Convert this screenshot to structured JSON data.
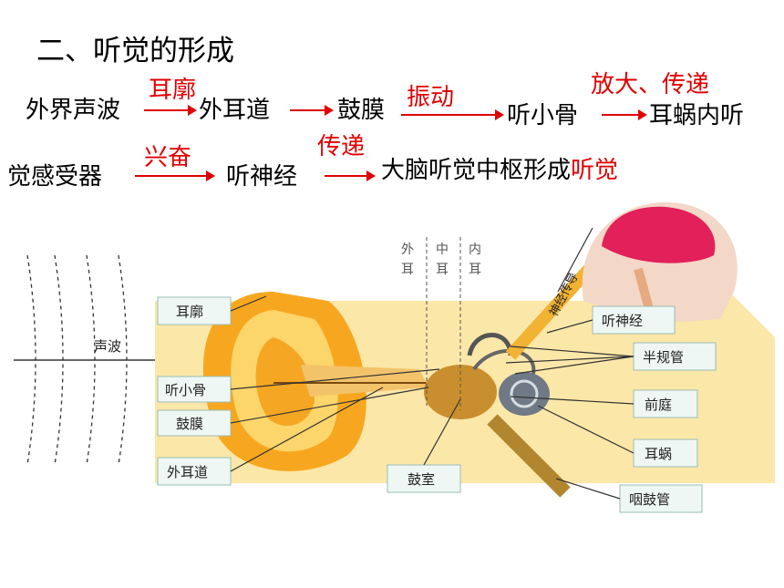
{
  "title": "二、听觉的形成",
  "flow": {
    "steps": [
      "外界声波",
      "外耳道",
      "鼓膜",
      "听小骨",
      "耳蜗内听",
      "觉感受器",
      "听神经",
      "大脑听觉中枢形成"
    ],
    "result": "听觉",
    "arrow_labels": [
      "耳廓",
      "振动",
      "放大、传递",
      "兴奋",
      "传递"
    ]
  },
  "diagram": {
    "region_labels": [
      [
        "外",
        "耳"
      ],
      [
        "中",
        "耳"
      ],
      [
        "内",
        "耳"
      ]
    ],
    "sound_wave_label": "声波",
    "nerve_path_label": "神经传导",
    "labels": {
      "auricle": "耳廓",
      "ossicles": "听小骨",
      "eardrum": "鼓膜",
      "ear_canal": "外耳道",
      "tympanic_cavity": "鼓室",
      "auditory_nerve": "听神经",
      "semicircular_canals": "半规管",
      "vestibule": "前庭",
      "cochlea": "耳蜗",
      "eustachian_tube": "咽鼓管"
    }
  }
}
